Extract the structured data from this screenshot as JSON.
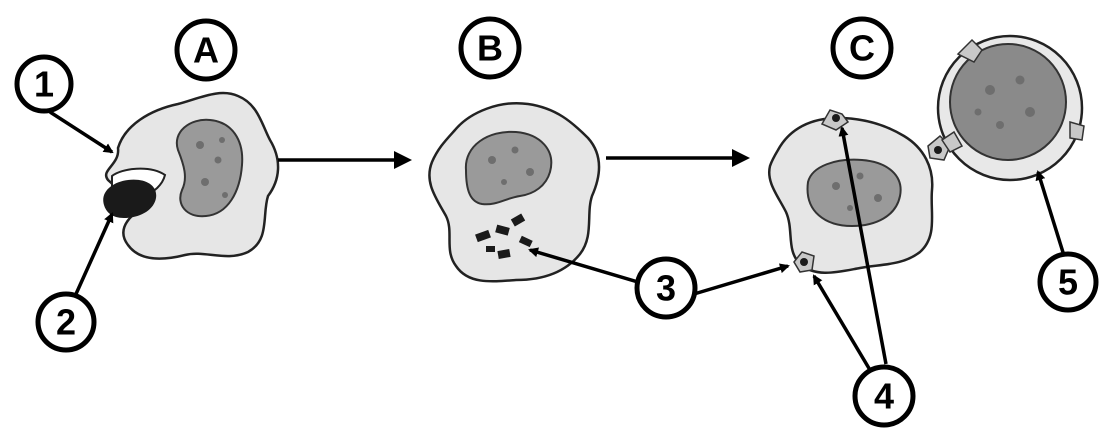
{
  "stage_labels": {
    "a": "A",
    "b": "B",
    "c": "C"
  },
  "callouts": {
    "one": "1",
    "two": "2",
    "three": "3",
    "four": "4",
    "five": "5"
  },
  "colors": {
    "cell_fill": "#e6e6e6",
    "nucleus_fill": "#9a9a9a",
    "outline": "#000000",
    "background": "#ffffff"
  }
}
